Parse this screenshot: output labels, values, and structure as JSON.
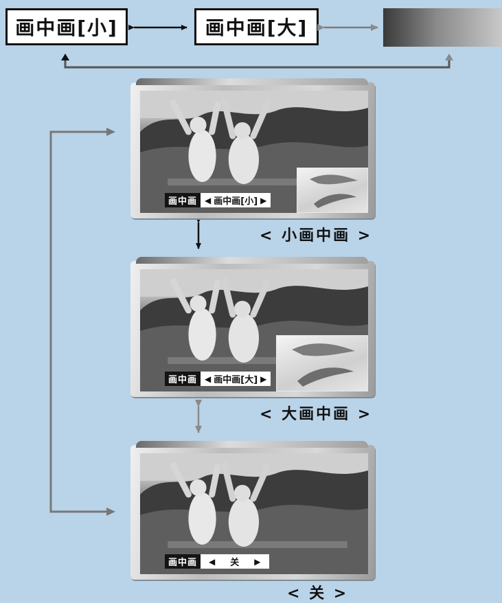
{
  "modes": {
    "small_label": "画中画[小]",
    "large_label": "画中画[大]"
  },
  "screens": [
    {
      "osd_tag": "画中画",
      "osd_left": "◀",
      "osd_value": "画中画[小]",
      "osd_right": "▶",
      "caption": "< 小画中画 >"
    },
    {
      "osd_tag": "画中画",
      "osd_left": "◀",
      "osd_value": "画中画[大]",
      "osd_right": "▶",
      "caption": "< 大画中画 >"
    },
    {
      "osd_tag": "画中画",
      "osd_left": "◀",
      "osd_value": "关",
      "osd_right": "▶",
      "caption": "< 关 >"
    }
  ],
  "colors": {
    "background": "#b9d3e8",
    "arrow_dark": "#111111",
    "arrow_grey": "#8a8a8a"
  }
}
